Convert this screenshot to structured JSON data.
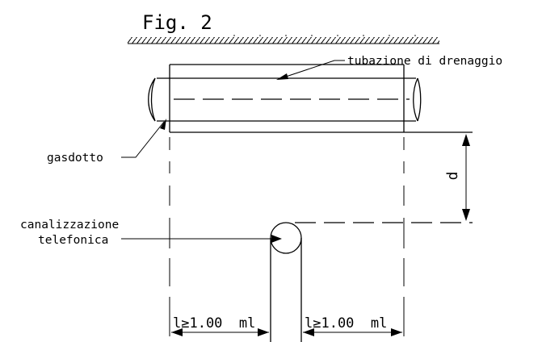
{
  "figure": {
    "title": "Fig. 2",
    "labels": {
      "drain": "tubazione di drenaggio",
      "gas": "gasdotto",
      "tel_line1": "canalizzazione",
      "tel_line2": "telefonica",
      "dim_left": "l≥1.00  ml",
      "dim_right": "l≥1.00  ml",
      "vertical": "d"
    }
  }
}
